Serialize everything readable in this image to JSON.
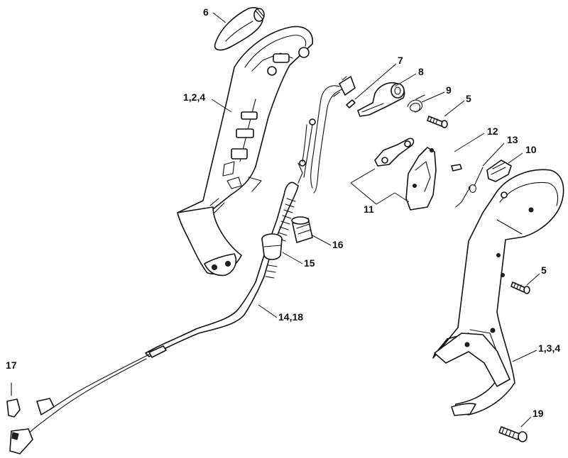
{
  "callouts": {
    "c6": "6",
    "c124": "1,2,4",
    "c7": "7",
    "c8": "8",
    "c9": "9",
    "c5a": "5",
    "c12": "12",
    "c13": "13",
    "c10": "10",
    "c11": "11",
    "c16": "16",
    "c15": "15",
    "c5b": "5",
    "c1418": "14,18",
    "c134": "1,3,4",
    "c17": "17",
    "c19": "19"
  },
  "colors": {
    "line": "#111111",
    "background": "#ffffff"
  }
}
